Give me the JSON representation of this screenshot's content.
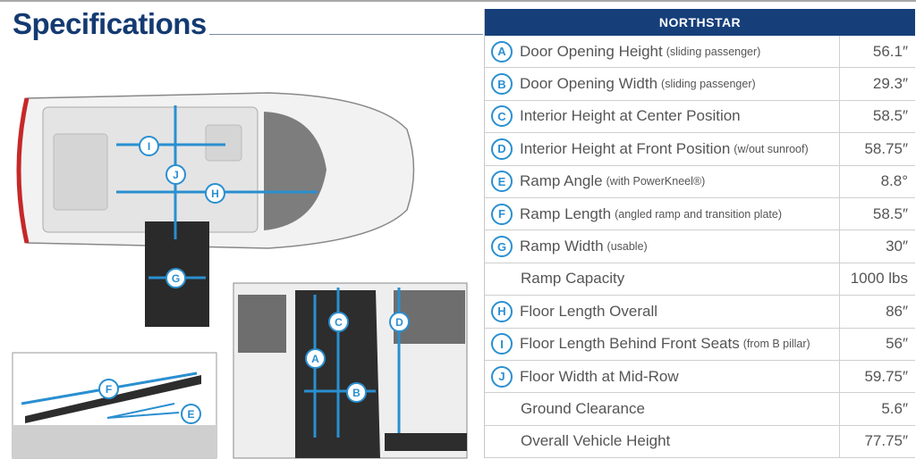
{
  "title": "Specifications",
  "table": {
    "header": "NORTHSTAR",
    "rows": [
      {
        "letter": "A",
        "label": "Door Opening Height",
        "note": "(sliding passenger)",
        "value": "56.1″"
      },
      {
        "letter": "B",
        "label": "Door Opening Width",
        "note": "(sliding passenger)",
        "value": "29.3″"
      },
      {
        "letter": "C",
        "label": "Interior Height at Center Position",
        "note": "",
        "value": "58.5″"
      },
      {
        "letter": "D",
        "label": "Interior Height at Front Position",
        "note": "(w/out sunroof)",
        "value": "58.75″"
      },
      {
        "letter": "E",
        "label": "Ramp Angle",
        "note": "(with PowerKneel®)",
        "value": "8.8°"
      },
      {
        "letter": "F",
        "label": "Ramp Length",
        "note": "(angled ramp and transition plate)",
        "value": "58.5″"
      },
      {
        "letter": "G",
        "label": "Ramp Width",
        "note": "(usable)",
        "value": "30″"
      },
      {
        "letter": "",
        "label": "Ramp Capacity",
        "note": "",
        "value": "1000 lbs"
      },
      {
        "letter": "H",
        "label": "Floor Length Overall",
        "note": "",
        "value": "86″"
      },
      {
        "letter": "I",
        "label": "Floor Length Behind Front Seats",
        "note": "(from B pillar)",
        "value": "56″"
      },
      {
        "letter": "J",
        "label": "Floor Width at Mid-Row",
        "note": "",
        "value": "59.75″"
      },
      {
        "letter": "",
        "label": "Ground Clearance",
        "note": "",
        "value": "5.6″"
      },
      {
        "letter": "",
        "label": "Overall Vehicle Height",
        "note": "",
        "value": "77.75″"
      }
    ]
  },
  "colors": {
    "brand": "#163f7a",
    "accent": "#2a8fd0"
  }
}
